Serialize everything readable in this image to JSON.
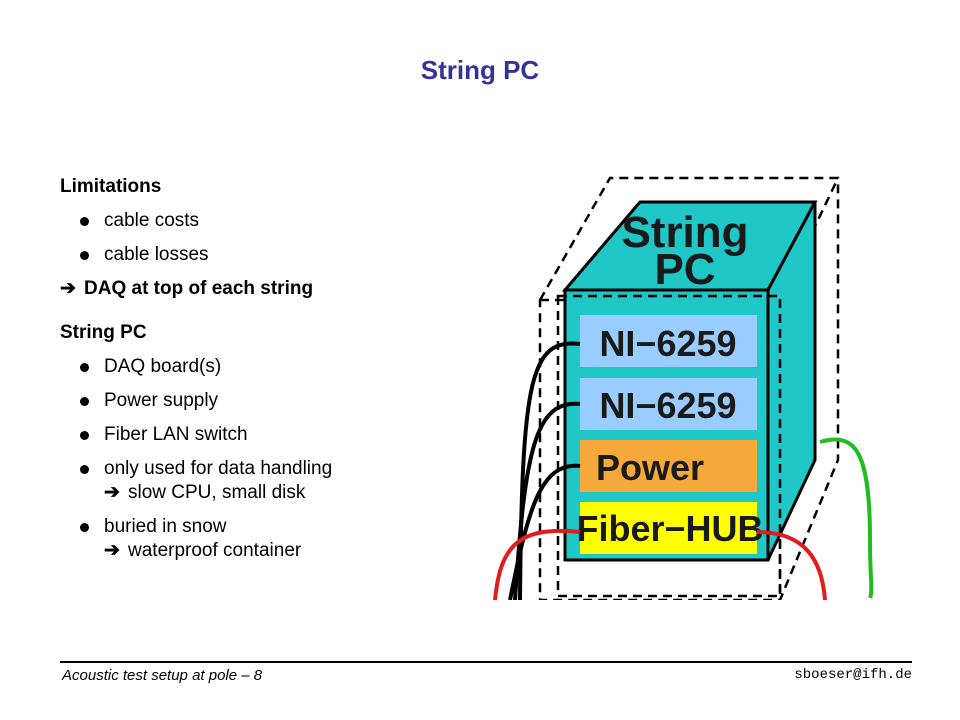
{
  "slide": {
    "title": "String PC",
    "limitations": {
      "heading": "Limitations",
      "items": [
        "cable costs",
        "cable losses"
      ]
    },
    "conclusion": "DAQ at top of each string",
    "string_pc": {
      "heading": "String PC",
      "items": [
        {
          "text": "DAQ board(s)"
        },
        {
          "text": "Power supply"
        },
        {
          "text": "Fiber LAN switch"
        },
        {
          "text": "only used for data handling",
          "sub": "slow CPU, small disk"
        },
        {
          "text": "buried in snow",
          "sub": "waterproof container"
        }
      ]
    },
    "arrow_glyph": "➔"
  },
  "diagram": {
    "box_label_line1": "String",
    "box_label_line2": "PC",
    "modules": [
      {
        "label": "NI−6259",
        "color": "#99CCFF"
      },
      {
        "label": "NI−6259",
        "color": "#99CCFF"
      },
      {
        "label": "Power",
        "color": "#F4A93A"
      },
      {
        "label": "Fiber−HUB",
        "color": "#FFFF00"
      }
    ],
    "colors": {
      "box": "#1FC7C7",
      "box_outline": "#000000",
      "cable_black": "#000000",
      "cable_red": "#E21B1B",
      "cable_green": "#22BB22"
    }
  },
  "footer": {
    "left": "Acoustic test setup at pole – 8",
    "right": "sboeser@ifh.de"
  }
}
